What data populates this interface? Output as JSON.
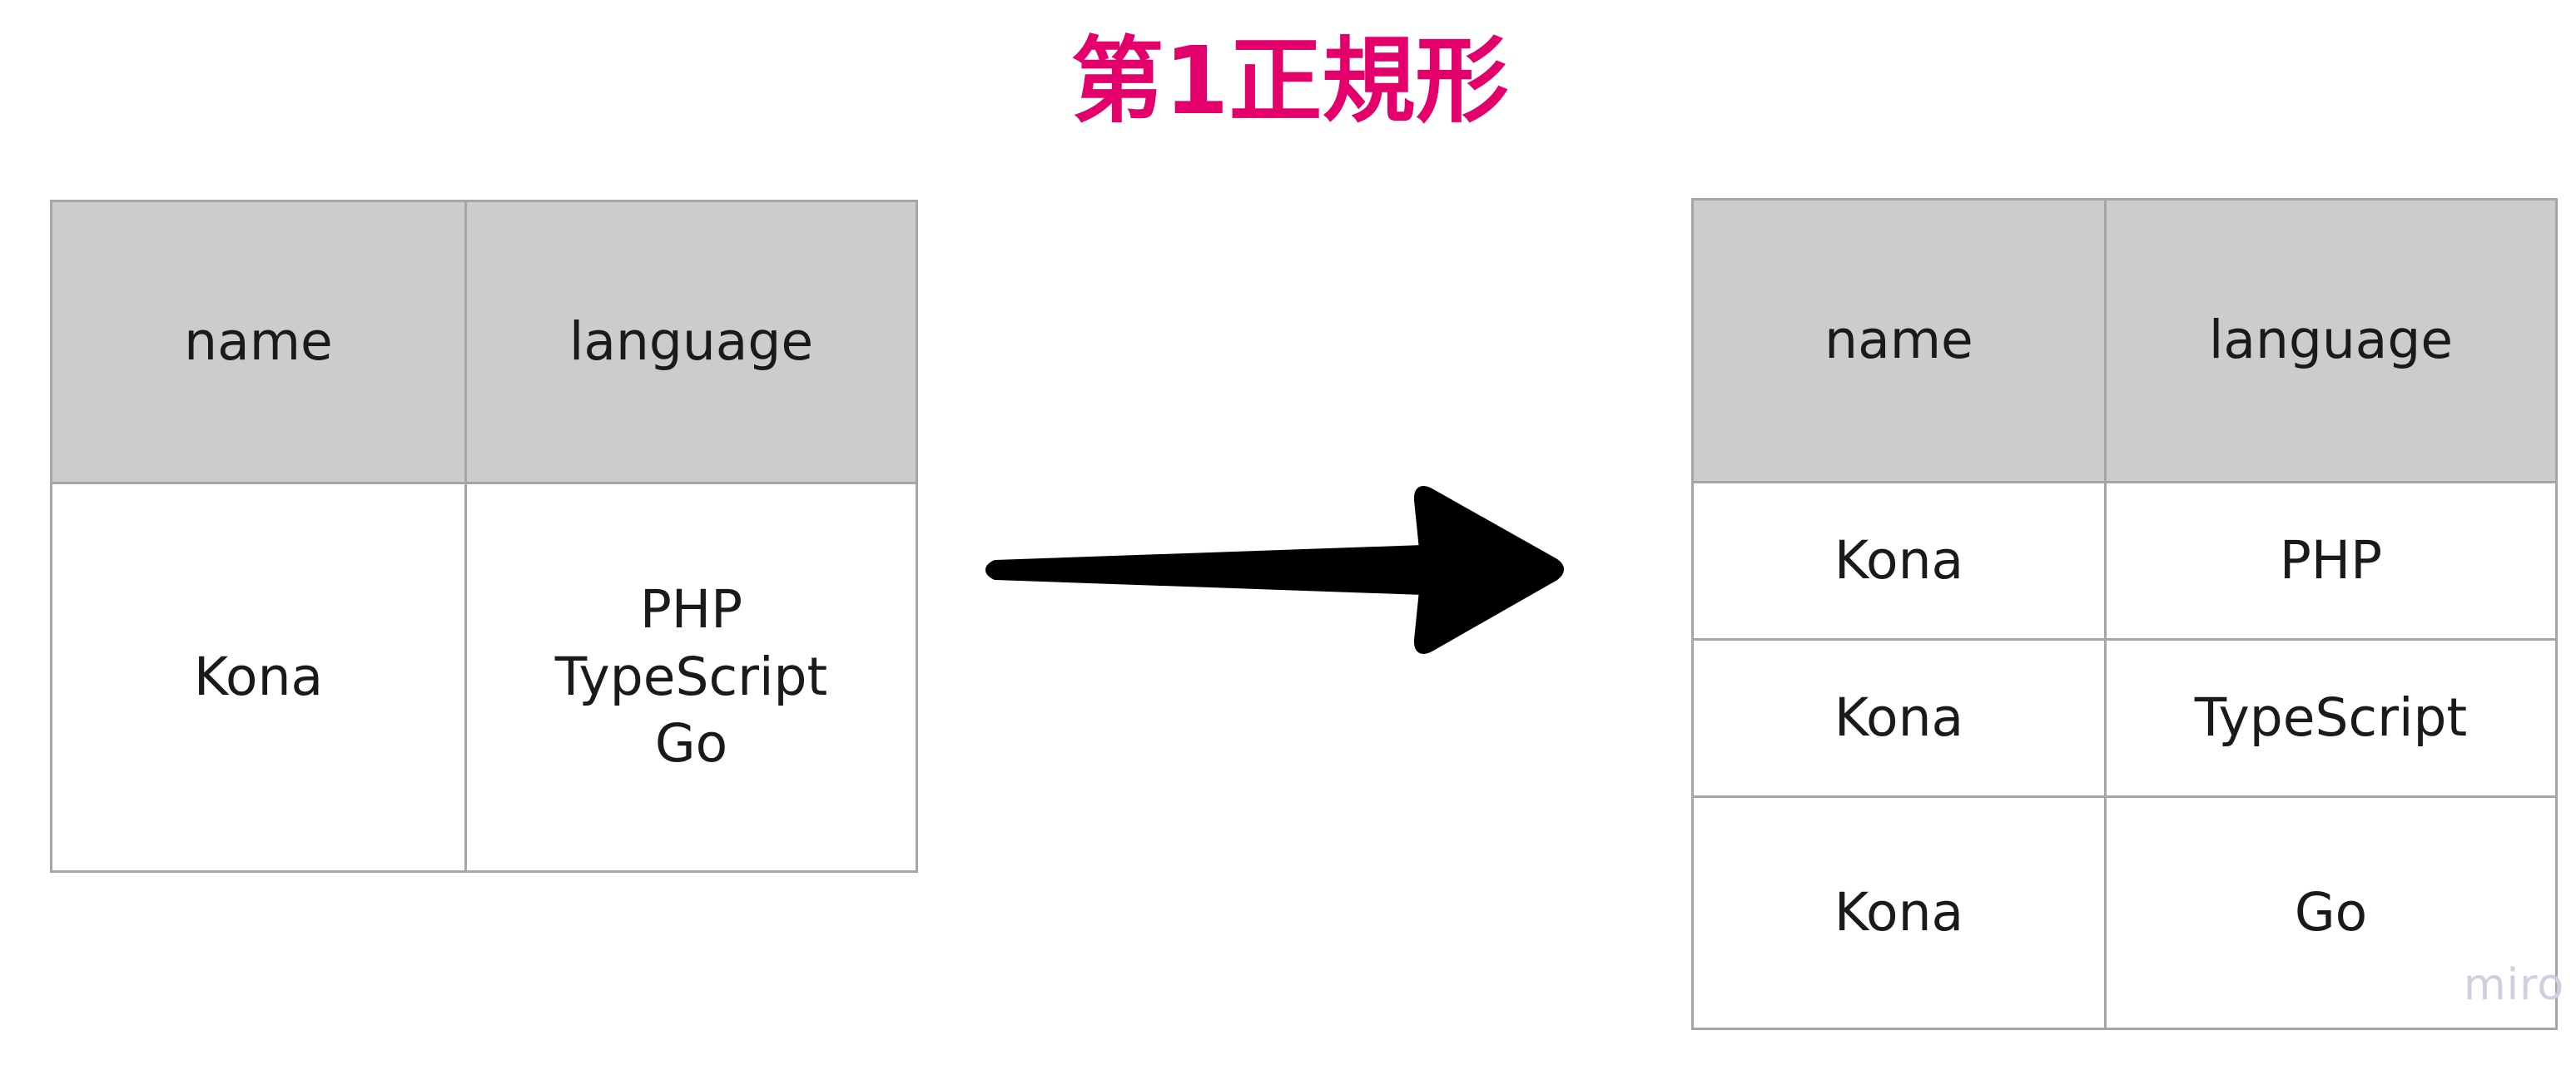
{
  "title": {
    "text": "第1正規形",
    "color": "#e3006b"
  },
  "colors": {
    "title_accent": "#e3006b",
    "header_fill": "#cccccc",
    "border": "#a6a6a6",
    "cell_fill": "#ffffff",
    "text": "#1a1a1a",
    "arrow": "#000000",
    "watermark": "#cfcfe0",
    "background": "#ffffff"
  },
  "left_table": {
    "caption": "un-normalized-table",
    "columns": [
      "name",
      "language"
    ],
    "rows": [
      {
        "name": "Kona",
        "language": "PHP\nTypeScript\nGo"
      }
    ]
  },
  "arrow": {
    "icon": "arrow-right-icon",
    "direction": "right"
  },
  "right_table": {
    "caption": "first-normal-form-table",
    "columns": [
      "name",
      "language"
    ],
    "rows": [
      {
        "name": "Kona",
        "language": "PHP"
      },
      {
        "name": "Kona",
        "language": "TypeScript"
      },
      {
        "name": "Kona",
        "language": "Go"
      }
    ]
  },
  "watermark": {
    "text": "miro"
  }
}
